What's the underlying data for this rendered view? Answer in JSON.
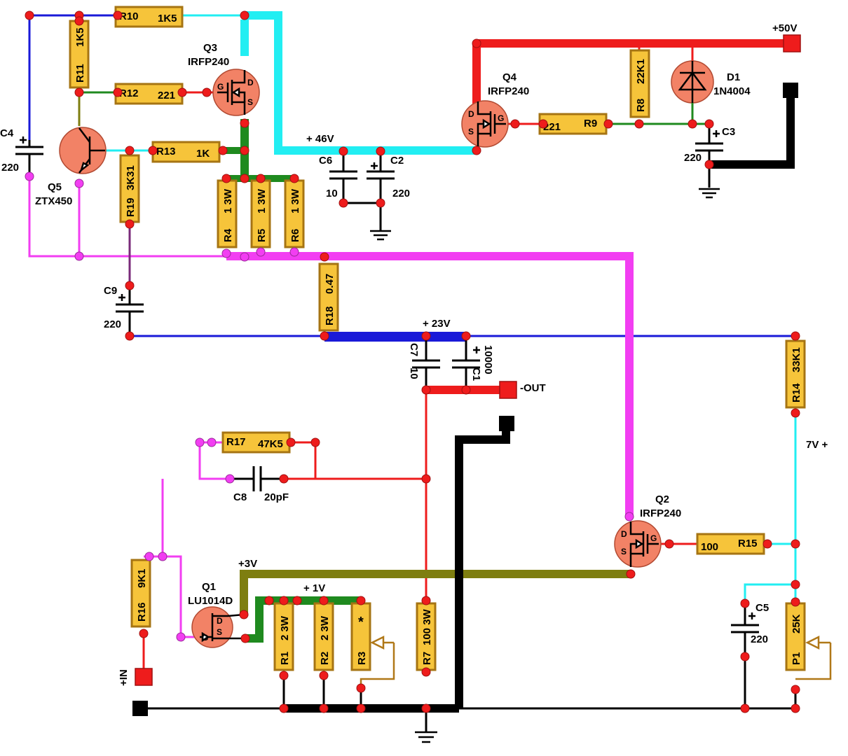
{
  "supply": {
    "v50": "+50V",
    "v46": "+ 46V",
    "v23": "+ 23V",
    "v7": "7V +",
    "v3": "+3V",
    "v1": "+ 1V"
  },
  "ports": {
    "out": "-OUT",
    "in": "+IN"
  },
  "transistors": {
    "q1": {
      "ref": "Q1",
      "part": "LU1014D"
    },
    "q2": {
      "ref": "Q2",
      "part": "IRFP240"
    },
    "q3": {
      "ref": "Q3",
      "part": "IRFP240"
    },
    "q4": {
      "ref": "Q4",
      "part": "IRFP240"
    },
    "q5": {
      "ref": "Q5",
      "part": "ZTX450"
    }
  },
  "pins": {
    "g": "G",
    "d": "D",
    "s": "S"
  },
  "diode": {
    "ref": "D1",
    "part": "1N4004"
  },
  "resistors": {
    "r1": {
      "ref": "R1",
      "value": "2 3W"
    },
    "r2": {
      "ref": "R2",
      "value": "2 3W"
    },
    "r3": {
      "ref": "R3",
      "value": "*"
    },
    "r4": {
      "ref": "R4",
      "value": "1 3W"
    },
    "r5": {
      "ref": "R5",
      "value": "1 3W"
    },
    "r6": {
      "ref": "R6",
      "value": "1 3W"
    },
    "r7": {
      "ref": "R7",
      "value": "100 3W"
    },
    "r8": {
      "ref": "R8",
      "value": "22K1"
    },
    "r9": {
      "ref": "R9",
      "value": "221"
    },
    "r10": {
      "ref": "R10",
      "value": "1K5"
    },
    "r11": {
      "ref": "R11",
      "value": "1K5"
    },
    "r12": {
      "ref": "R12",
      "value": "221"
    },
    "r13": {
      "ref": "R13",
      "value": "1K"
    },
    "r14": {
      "ref": "R14",
      "value": "33K1"
    },
    "r15": {
      "ref": "R15",
      "value": "100"
    },
    "r16": {
      "ref": "R16",
      "value": "9K1"
    },
    "r17": {
      "ref": "R17",
      "value": "47K5"
    },
    "r18": {
      "ref": "R18",
      "value": "0.47"
    },
    "r19": {
      "ref": "R19",
      "value": "3K31"
    },
    "p1": {
      "ref": "P1",
      "value": "25K"
    }
  },
  "capacitors": {
    "c1": {
      "ref": "C1",
      "value": "10000"
    },
    "c2": {
      "ref": "C2",
      "value": "220"
    },
    "c3": {
      "ref": "C3",
      "value": "220"
    },
    "c4": {
      "ref": "C4",
      "value": "220"
    },
    "c5": {
      "ref": "C5",
      "value": "220"
    },
    "c6": {
      "ref": "C6",
      "value": "10"
    },
    "c7": {
      "ref": "C7",
      "value": "10"
    },
    "c8": {
      "ref": "C8",
      "value": "20pF"
    },
    "c9": {
      "ref": "C9",
      "value": "220"
    }
  },
  "colors": {
    "red": "#ee1c1c",
    "cyan": "#22eef2",
    "blue": "#1a1ad8",
    "green": "#1f8a1f",
    "magenta": "#f23ef2",
    "black": "#000000",
    "olive": "#7e7e10",
    "purple": "#7a2a7a",
    "brown": "#b07818",
    "resistor_fill": "#f6c43a",
    "transistor_fill": "#f28266"
  }
}
